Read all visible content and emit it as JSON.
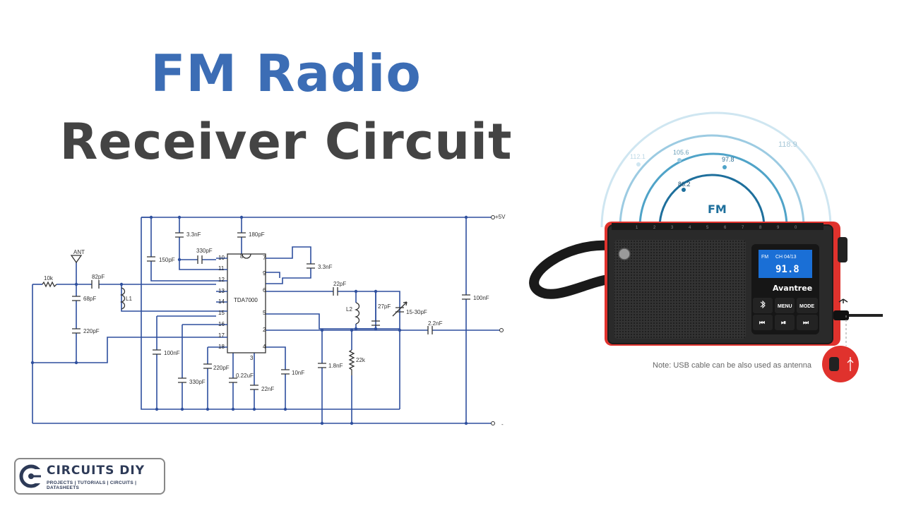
{
  "title": {
    "line1": "FM Radio",
    "line2": "Receiver Circuit"
  },
  "schematic": {
    "ic": "TDA7000",
    "ant": "ANT",
    "supply": "+5V",
    "ground": "-",
    "components": {
      "r_10k": "10k",
      "c_82pF": "82pF",
      "c_68pF": "68pF",
      "l1": "L1",
      "c_220pF_left": "220pF",
      "c_150pF": "150pF",
      "c_3_3nF_top": "3.3nF",
      "c_330pF_top": "330pF",
      "c_180pF": "180pF",
      "c_3_3nF_right": "3.3nF",
      "c_22pF": "22pF",
      "l2": "L2",
      "c_27pF": "27pF",
      "c_trim": "15-30pF",
      "c_2_2nF": "2.2nF",
      "c_100nF_right": "100nF",
      "c_100nF_left": "100nF",
      "c_330pF_bottom": "330pF",
      "c_220pF_bottom": "220pF",
      "c_0_22uF": "0.22uF",
      "c_22nF": "22nF",
      "c_10nF": "10nF",
      "c_1_8nF": "1.8nF",
      "r_22k": "22k"
    },
    "pins_left": [
      "10",
      "11",
      "12",
      "13",
      "14",
      "15",
      "16",
      "17",
      "18"
    ],
    "pins_right": [
      "7",
      "9",
      "6",
      "5",
      "2",
      "4"
    ],
    "pins_top": [
      "8"
    ],
    "pins_bottom": [
      "3"
    ]
  },
  "radio": {
    "arc_labels": [
      "112.1",
      "105.6",
      "97.8",
      "86.2",
      "118.9"
    ],
    "band": "FM",
    "dial_numbers": [
      "1",
      "2",
      "3",
      "4",
      "5",
      "6",
      "7",
      "8",
      "9",
      "0"
    ],
    "display": {
      "mode": "FM",
      "channel": "CH 04/13",
      "frequency": "91.8"
    },
    "brand": "Avantree",
    "buttons": {
      "bluetooth": "bluetooth-icon",
      "menu": "MENU",
      "mode": "MODE",
      "prev": "⏮",
      "play": "⏯",
      "next": "⏭"
    },
    "note": "Note: USB cable can be also used as antenna"
  },
  "logo": {
    "name": "CIRCUITS DIY",
    "tagline": "PROJECTS | TUTORIALS | CIRCUITS | DATASHEETS"
  },
  "colors": {
    "title_blue": "#3c6db5",
    "title_gray": "#444444",
    "wire": "#2e4f9e",
    "radio_red": "#e0322d",
    "arc_blue": "#4fa3c8"
  }
}
